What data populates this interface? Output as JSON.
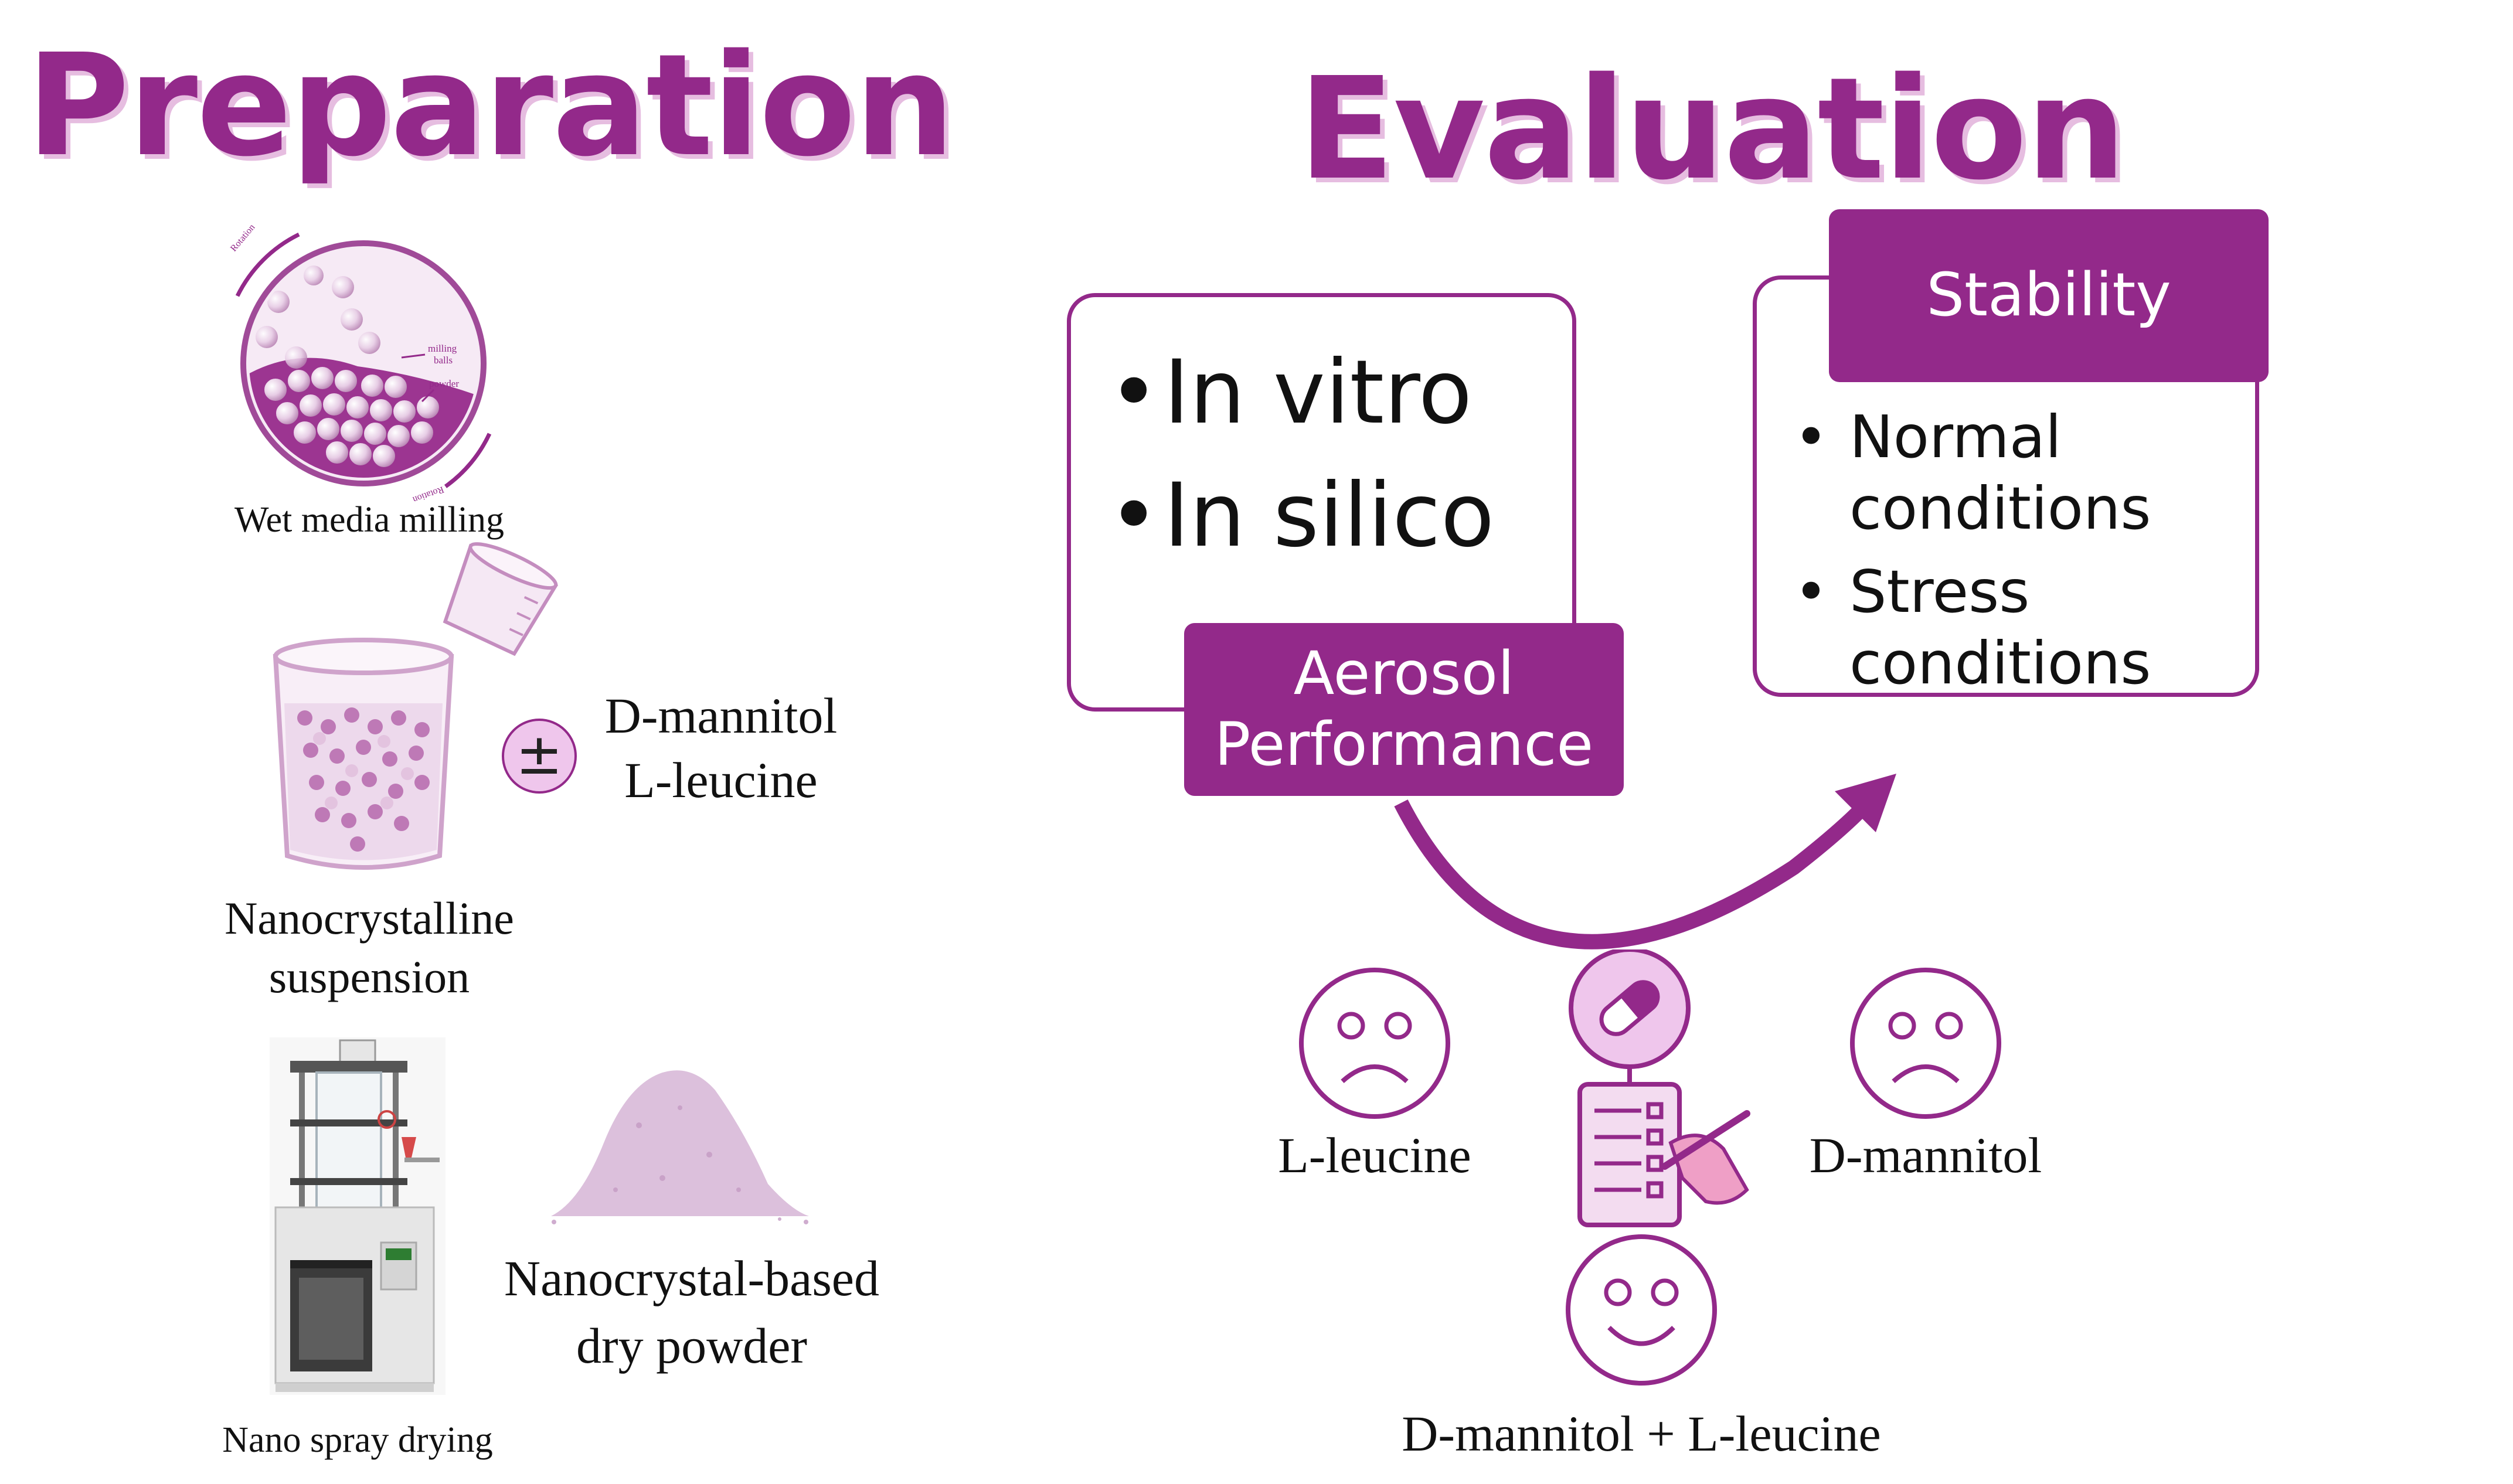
{
  "headings": {
    "preparation": "Preparation",
    "evaluation": "Evaluation"
  },
  "preparation": {
    "milling_caption": "Wet media milling",
    "milling_annotations": {
      "rotation_top": "Rotation",
      "rotation_bottom": "Rotation",
      "balls_1": "milling",
      "balls_2": "balls",
      "powder": "powder"
    },
    "plus_minus": "±",
    "excipient_1": "D-mannitol",
    "excipient_2": "L-leucine",
    "suspension_1": "Nanocrystalline",
    "suspension_2": "suspension",
    "spray_caption": "Nano spray drying",
    "powder_1": "Nanocrystal-based",
    "powder_2": "dry powder"
  },
  "evaluation": {
    "aerosol_box": {
      "items": [
        "In vitro",
        "In silico"
      ],
      "tag_line_1": "Aerosol",
      "tag_line_2": "Performance"
    },
    "stability_box": {
      "tag": "Stability",
      "items": [
        {
          "line_1": "Normal",
          "line_2": "conditions"
        },
        {
          "line_1": "Stress",
          "line_2": "conditions"
        }
      ]
    },
    "outcomes": {
      "left": "L-leucine",
      "right": "D-mannitol",
      "bottom": "D-mannitol + L-leucine"
    }
  },
  "colors": {
    "accent": "#93298a",
    "accent_light": "#e6bde0",
    "powder": "#dcc0dc"
  }
}
